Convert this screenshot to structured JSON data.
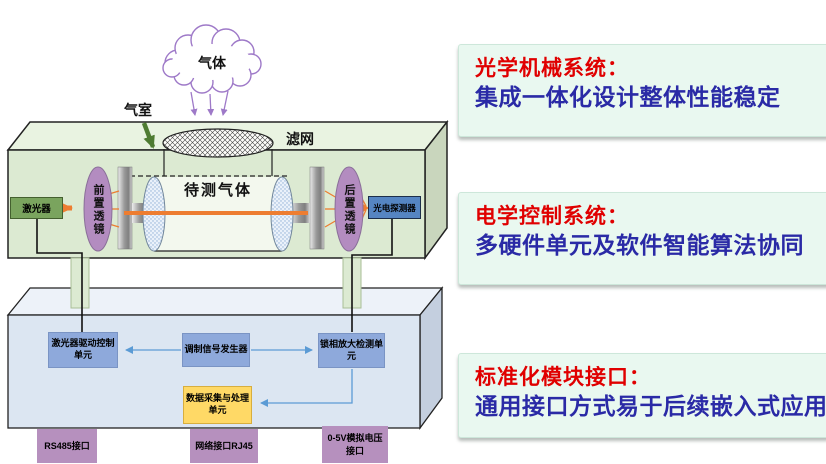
{
  "diagram": {
    "cloud_label": "气体",
    "chamber_label": "气室",
    "filter_label": "滤网",
    "sample_gas_label": "待测气体",
    "laser_label": "激光器",
    "front_lens_label": "前置透镜",
    "rear_lens_label": "后置透镜",
    "detector_label": "光电探测器",
    "units": {
      "laser_driver": {
        "line1": "激光器驱动控制",
        "line2": "单元"
      },
      "modulator": {
        "line1": "调制信号发生器"
      },
      "lock_in": {
        "line1": "锁相放大检测单",
        "line2": "元"
      },
      "daq": {
        "line1": "数据采集与处理",
        "line2": "单元"
      }
    },
    "ports": {
      "rs485": "RS485接口",
      "rj45": "网络接口RJ45",
      "analog": {
        "line1": "0-5V模拟电压",
        "line2": "接口"
      }
    }
  },
  "panels": [
    {
      "title": "光学机械系统：",
      "desc": "集成一体化设计整体性能稳定"
    },
    {
      "title": "电学控制系统：",
      "desc": "多硬件单元及软件智能算法协同"
    },
    {
      "title": "标准化模块接口：",
      "desc": "通用接口方式易于后续嵌入式应用"
    }
  ],
  "colors": {
    "panel_title_red": "#E00000",
    "panel_desc_blue": "#2A2AA6",
    "panel_bg": "#E9F8F0",
    "optical_box_green": "#DCEAD2",
    "control_box_blue": "#DCE6F2",
    "unit_blue": "#8EA9DB",
    "unit_yellow": "#FFD966",
    "port_purple": "#B690BE",
    "laser_green": "#7AA45E",
    "detector_blue": "#5585C2",
    "lens_purple": "#B38CC0",
    "beam_orange": "#ED7D31",
    "signal_arrow_blue": "#5B9BD5",
    "cloud_purple": "#9E79C8",
    "inlet_arrow_green": "#4E7B32"
  }
}
